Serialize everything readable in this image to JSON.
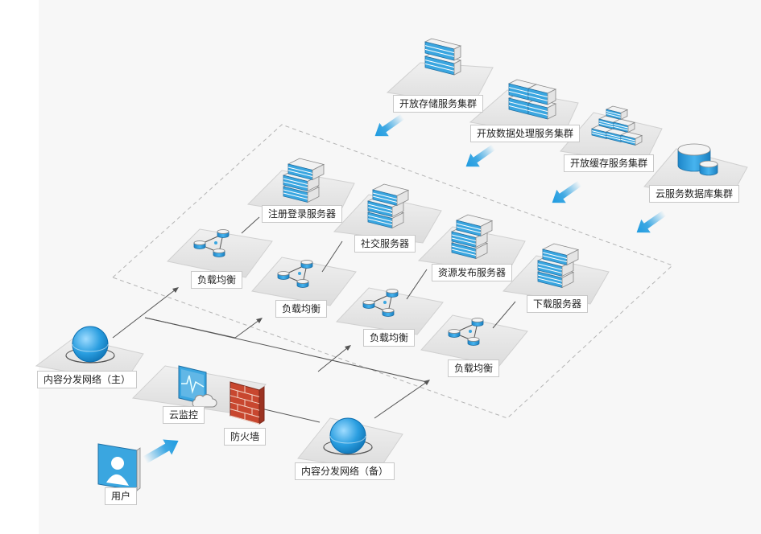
{
  "colors": {
    "background": "#f7f7f7",
    "platform": "#e6e6e6",
    "server_blue": "#3aa6e0",
    "arrow_blue": "#1e9be0",
    "line": "#555555",
    "dashed": "#b4b4b4"
  },
  "clusters": [
    {
      "id": "storage",
      "label": "开放存储服务集群",
      "icon": "storage-cluster-icon"
    },
    {
      "id": "data",
      "label": "开放数据处理服务集群",
      "icon": "data-processing-cluster-icon"
    },
    {
      "id": "cache",
      "label": "开放缓存服务集群",
      "icon": "cache-cluster-icon"
    },
    {
      "id": "db",
      "label": "云服务数据库集群",
      "icon": "database-cluster-icon"
    }
  ],
  "servers": [
    {
      "id": "s1",
      "label": "注册登录服务器",
      "icon": "server-icon"
    },
    {
      "id": "s2",
      "label": "社交服务器",
      "icon": "server-icon"
    },
    {
      "id": "s3",
      "label": "资源发布服务器",
      "icon": "server-icon"
    },
    {
      "id": "s4",
      "label": "下载服务器",
      "icon": "server-icon"
    }
  ],
  "load_balancers": [
    {
      "id": "lb1",
      "label": "负载均衡",
      "icon": "load-balancer-icon"
    },
    {
      "id": "lb2",
      "label": "负载均衡",
      "icon": "load-balancer-icon"
    },
    {
      "id": "lb3",
      "label": "负载均衡",
      "icon": "load-balancer-icon"
    },
    {
      "id": "lb4",
      "label": "负载均衡",
      "icon": "load-balancer-icon"
    }
  ],
  "cdn_main": {
    "label": "内容分发网络（主）",
    "icon": "globe-icon"
  },
  "cdn_backup": {
    "label": "内容分发网络（备）",
    "icon": "globe-icon"
  },
  "monitor": {
    "label": "云监控",
    "icon": "monitor-icon"
  },
  "firewall": {
    "label": "防火墙",
    "icon": "firewall-icon"
  },
  "user": {
    "label": "用户",
    "icon": "user-icon"
  }
}
